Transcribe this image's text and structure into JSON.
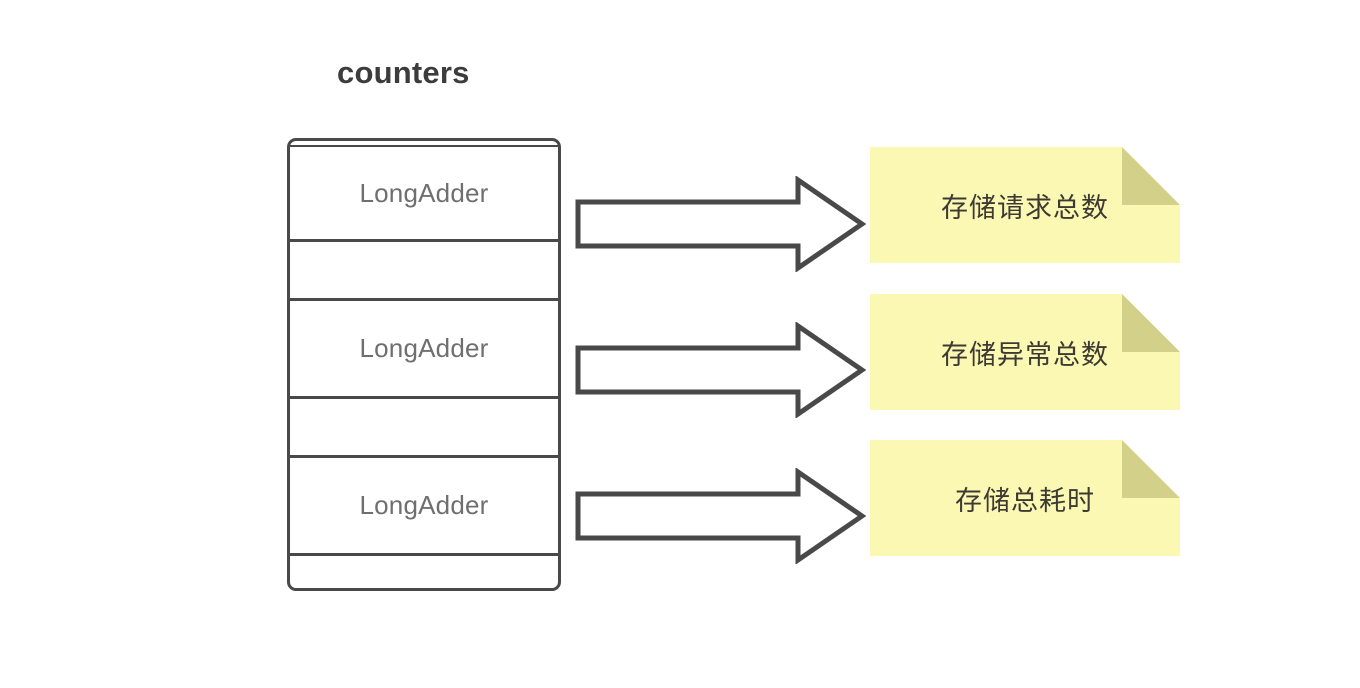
{
  "diagram": {
    "title": "counters",
    "background_color": "#ffffff"
  },
  "counters_table": {
    "name": "counters",
    "border_color": "#494949",
    "rows": [
      {
        "label": "LongAdder",
        "type": "filled"
      },
      {
        "label": "",
        "type": "empty"
      },
      {
        "label": "LongAdder",
        "type": "filled"
      },
      {
        "label": "",
        "type": "empty"
      },
      {
        "label": "LongAdder",
        "type": "filled"
      },
      {
        "label": "",
        "type": "empty"
      }
    ]
  },
  "arrows": [
    {
      "name": "arrow-to-note-1",
      "direction": "right",
      "color": "#494949"
    },
    {
      "name": "arrow-to-note-2",
      "direction": "right",
      "color": "#494949"
    },
    {
      "name": "arrow-to-note-3",
      "direction": "right",
      "color": "#494949"
    }
  ],
  "notes": [
    {
      "label": "存储请求总数",
      "fill_color": "#fbf8b4",
      "fold_color": "#d3d189"
    },
    {
      "label": "存储异常总数",
      "fill_color": "#fbf8b4",
      "fold_color": "#d3d189"
    },
    {
      "label": "存储总耗时",
      "fill_color": "#fbf8b4",
      "fold_color": "#d3d189"
    }
  ]
}
